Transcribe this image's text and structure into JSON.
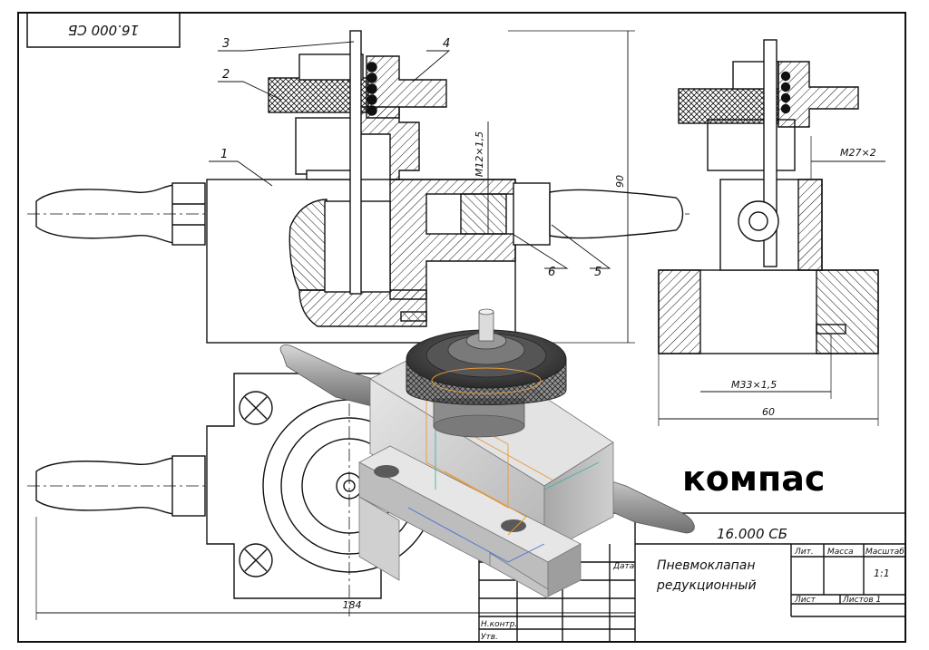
{
  "rotated_code": "16.000 СБ",
  "callouts": [
    "1",
    "2",
    "3",
    "4",
    "5",
    "6"
  ],
  "dimensions": {
    "thread_m12": "M12×1,5",
    "thread_m27": "M27×2",
    "thread_m33": "M33×1,5",
    "height_90": "90",
    "width_60": "60",
    "length_184": "184"
  },
  "title_block": {
    "doc_code": "16.000 СБ",
    "title_line1": "Пневмоклапан",
    "title_line2": "редукционный",
    "col_lit": "Лит.",
    "col_mass": "Масса",
    "col_scale": "Масштаб",
    "scale_value": "1:1",
    "sheet": "Лист",
    "sheets": "Листов 1",
    "date": "Дата",
    "n_kontr": "Н.контр.",
    "utv": "Утв."
  },
  "brand": "компас",
  "colors": {
    "line": "#111111",
    "model_face_light": "#d9d9d9",
    "model_face_mid": "#bdbdbd",
    "model_face_dark": "#8f8f8f",
    "overlay_orange": "#e89a3c",
    "overlay_teal": "#3bb3a8",
    "overlay_blue": "#4a6fd8"
  }
}
